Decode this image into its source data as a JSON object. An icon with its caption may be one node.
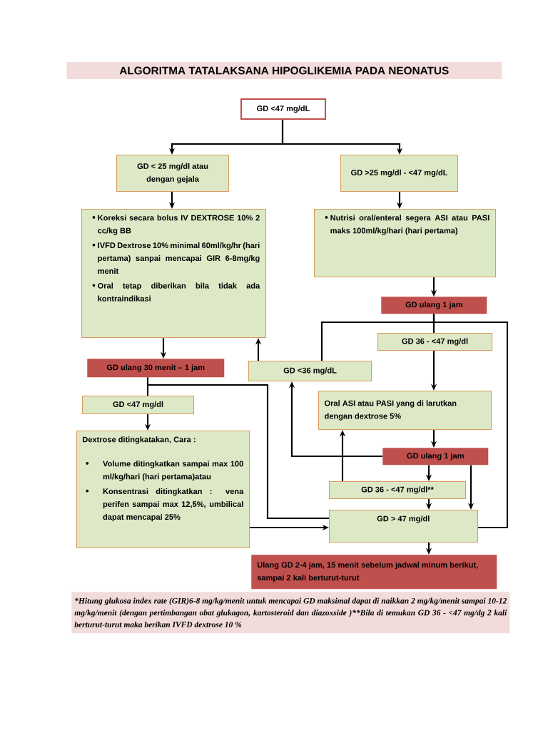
{
  "diagram": {
    "title": "ALGORITMA TATALAKSANA HIPOGLIKEMIA PADA NEONATUS",
    "nodes": [
      {
        "text": [
          "GD <47 mg/dL"
        ]
      },
      {
        "text": [
          "GD < 25 mg/dl atau dengan gejala"
        ]
      },
      {
        "text": [
          "GD >25 mg/dl - <47 mg/dL"
        ]
      },
      {
        "text": [
          "Koreksi secara bolus IV DEXTROSE 10% 2 cc/kg BB",
          "IVFD Dextrose 10% minimal 60ml/kg/hr (hari pertama) sanpai mencapai GIR 6-8mg/kg menit",
          "Oral tetap diberikan bila tidak ada kontraindikasi"
        ]
      },
      {
        "text": [
          "Nutrisi oral/enteral segera ASI atau PASI maks 100ml/kg/hari (hari pertama)"
        ]
      },
      {
        "text": [
          "GD ulang 1 jam"
        ]
      },
      {
        "text": [
          "GD 36 - <47 mg/dl"
        ]
      },
      {
        "text": [
          "GD ulang 30 menit – 1 jam"
        ]
      },
      {
        "text": [
          "GD <36 mg/dL"
        ]
      },
      {
        "text": [
          "Oral ASI atau PASI yang di larutkan dengan dextrose 5%"
        ]
      },
      {
        "text": [
          "GD <47 mg/dl"
        ]
      },
      {
        "text": [
          "Dextrose ditingkatakan, Cara :",
          "Volume ditingkatkan sampai max 100 ml/kg/hari (hari pertama)atau",
          "Konsentrasi ditingkatkan : vena perifen sampai max 12,5%, umbilical dapat mencapai 25%"
        ]
      },
      {
        "text": [
          "GD ulang 1 jam"
        ]
      },
      {
        "text": [
          "GD 36 - <47 mg/dl**"
        ]
      },
      {
        "text": [
          "GD > 47 mg/dl"
        ]
      },
      {
        "text": [
          "Ulang GD 2-4 jam, 15 menit sebelum jadwal minum berikut, sampai 2 kali berturut-turut"
        ]
      }
    ],
    "edges": [
      {
        "from": 0,
        "to": 1,
        "arrow": "to"
      },
      {
        "from": 0,
        "to": 2,
        "arrow": "to"
      },
      {
        "from": 1,
        "to": 3,
        "arrow": "to"
      },
      {
        "from": 2,
        "to": 4,
        "arrow": "to"
      },
      {
        "from": 4,
        "to": 5,
        "arrow": "to"
      },
      {
        "from": 5,
        "to": 6,
        "arrow": "none"
      },
      {
        "from": 5,
        "to": 8,
        "arrow": "none"
      },
      {
        "from": 5,
        "to": 14,
        "arrow": "none"
      },
      {
        "from": 6,
        "to": 9,
        "arrow": "to"
      },
      {
        "from": 3,
        "to": 7,
        "arrow": "to"
      },
      {
        "from": 8,
        "to": 3,
        "arrow": "to"
      },
      {
        "from": 7,
        "to": 10,
        "arrow": "none"
      },
      {
        "from": 7,
        "to": 14,
        "arrow": "none"
      },
      {
        "from": 10,
        "to": 11,
        "arrow": "to"
      },
      {
        "from": 11,
        "to": 14,
        "arrow": "to"
      },
      {
        "from": 9,
        "to": 12,
        "arrow": "to"
      },
      {
        "from": 12,
        "to": 8,
        "arrow": "to"
      },
      {
        "from": 13,
        "to": 9,
        "arrow": "to"
      },
      {
        "from": 12,
        "to": 13,
        "arrow": "to"
      },
      {
        "from": 12,
        "to": 14,
        "arrow": "to"
      },
      {
        "from": 13,
        "to": 14,
        "arrow": "to"
      },
      {
        "from": 14,
        "to": 15,
        "arrow": "to"
      }
    ],
    "labels": [
      "*Hitung glukosa index rate (GIR)6-8 mg/kg/menit untuk mencapai GD maksimal dapat di naikkan 2 mg/kg/menit sampai 10-12 mg/kg/menit (dengan pertimbangan obat glukagon, kartosteroid dan diazoxside )",
      "**Bila di temukan GD 36 - <47 mg/dg 2 kali berturut-turut maka berikan IVFD dextrose 10 %"
    ]
  }
}
